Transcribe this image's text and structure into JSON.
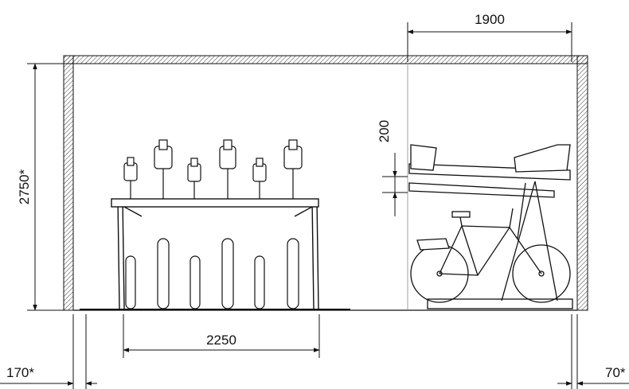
{
  "drawing": {
    "dimensions": {
      "top_right_width": "1900",
      "ceiling_height": "2750*",
      "upper_tier_gap": "200",
      "rack_width": "2250",
      "left_wall_offset": "170*",
      "right_wall_offset": "70*"
    },
    "line_color": "#111111",
    "background": "#ffffff"
  }
}
